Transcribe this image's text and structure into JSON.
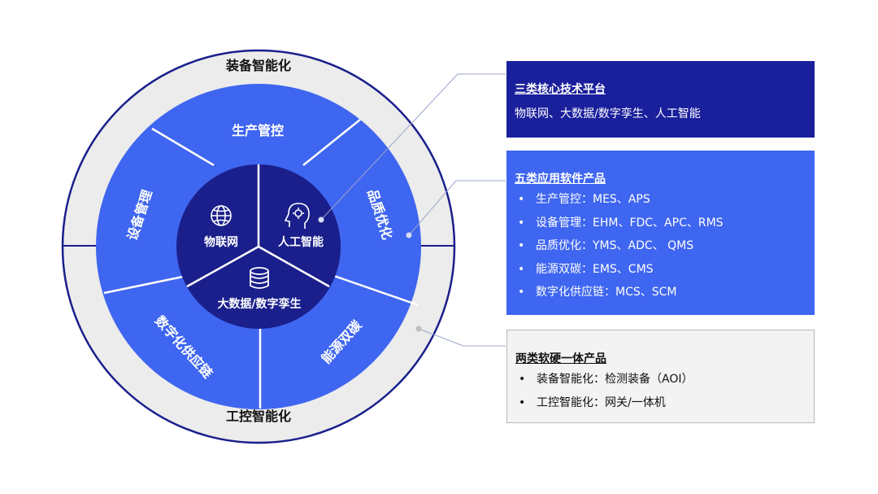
{
  "colors": {
    "outer_ring": "#ececec",
    "ring_border": "#1a1f8c",
    "middle_ring": "#3f66f0",
    "inner_core": "#1a1f8c",
    "panel_dark": "#1a1f9c",
    "panel_blue": "#3f66f0",
    "panel_gray": "#f3f3f3"
  },
  "outer_ring": {
    "top_label": "装备智能化",
    "bottom_label": "工控智能化"
  },
  "middle_ring": {
    "segments": [
      "生产管控",
      "品质优化",
      "能源双碳",
      "数字化供应链",
      "设备管理"
    ]
  },
  "core": {
    "segments": [
      {
        "label": "物联网",
        "icon": "globe-icon"
      },
      {
        "label": "人工智能",
        "icon": "ai-head-icon"
      },
      {
        "label": "大数据/数字孪生",
        "icon": "database-icon"
      }
    ]
  },
  "panels": {
    "platforms": {
      "title": "三类核心技术平台",
      "text": "物联网、大数据/数字孪生、人工智能"
    },
    "software": {
      "title": "五类应用软件产品",
      "items": [
        "生产管控：MES、APS",
        "设备管理：EHM、FDC、APC、RMS",
        "品质优化：YMS、ADC、 QMS",
        "能源双碳：EMS、CMS",
        "数字化供应链：MCS、SCM"
      ]
    },
    "hardware": {
      "title": "两类软硬一体产品",
      "items": [
        "装备智能化：检测装备（AOI）",
        "工控智能化：网关/一体机"
      ]
    }
  }
}
